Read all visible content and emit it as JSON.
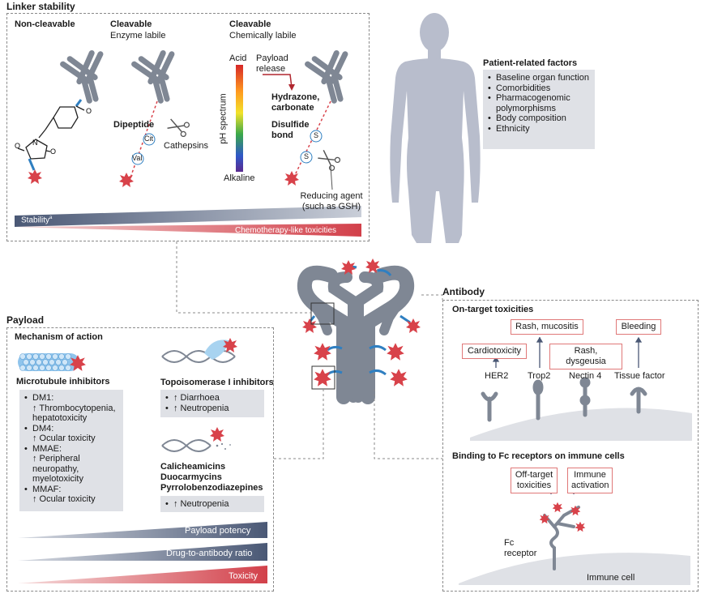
{
  "linker": {
    "title": "Linker stability",
    "non_cleavable": "Non-cleavable",
    "cleavable_enzyme": "Cleavable",
    "enzyme_labile": "Enzyme labile",
    "cleavable_chem": "Cleavable",
    "chem_labile": "Chemically labile",
    "acid": "Acid",
    "alkaline": "Alkaline",
    "ph_spectrum": "pH spectrum",
    "payload_release": "Payload release",
    "hydrazone": "Hydrazone, carbonate",
    "disulfide": "Disulfide bond",
    "dipeptide": "Dipeptide",
    "cit": "Cit",
    "val": "Val",
    "cathepsins": "Cathepsins",
    "s": "S",
    "reducing_agent": "Reducing agent (such as GSH)",
    "stability": "Stability",
    "stability_sup": "a",
    "chemo_tox": "Chemotherapy-like toxicities"
  },
  "patient": {
    "title": "Patient-related factors",
    "items": [
      "Baseline organ function",
      "Comorbidities",
      "Pharmacogenomic polymorphisms",
      "Body composition",
      "Ethnicity"
    ]
  },
  "payload": {
    "title": "Payload",
    "mechanism": "Mechanism of action",
    "microtubule_title": "Microtubule inhibitors",
    "microtubule_items": [
      {
        "name": "DM1:",
        "effect": "↑ Thrombocytopenia, hepatotoxicity"
      },
      {
        "name": "DM4:",
        "effect": "↑ Ocular toxicity"
      },
      {
        "name": "MMAE:",
        "effect": "↑ Peripheral neuropathy, myelotoxicity"
      },
      {
        "name": "MMAF:",
        "effect": "↑ Ocular toxicity"
      }
    ],
    "topo_title": "Topoisomerase I inhibitors",
    "topo_items": [
      "↑ Diarrhoea",
      "↑ Neutropenia"
    ],
    "cal_title_1": "Calicheamicins",
    "cal_title_2": "Duocarmycins",
    "cal_title_3": "Pyrrolobenzodiazepines",
    "cal_items": [
      "↑ Neutropenia"
    ],
    "potency": "Payload potency",
    "dar": "Drug-to-antibody ratio",
    "toxicity": "Toxicity"
  },
  "antibody": {
    "title": "Antibody",
    "on_target": "On-target toxicities",
    "rash_mucositis": "Rash, mucositis",
    "bleeding": "Bleeding",
    "cardiotoxicity": "Cardiotoxicity",
    "rash_dysgeusia": "Rash, dysgeusia",
    "targets": [
      "HER2",
      "Trop2",
      "Nectin 4",
      "Tissue factor"
    ],
    "fc_title": "Binding to Fc receptors on immune cells",
    "off_target": "Off-target toxicities",
    "immune_activation": "Immune activation",
    "fc_receptor": "Fc receptor",
    "immune_cell": "Immune cell"
  },
  "colors": {
    "antibody_grey": "#7f8794",
    "payload_red": "#d8424a",
    "linker_blue": "#2f7fc1",
    "panel_grey": "#dfe1e6",
    "navy": "#4a5875"
  }
}
